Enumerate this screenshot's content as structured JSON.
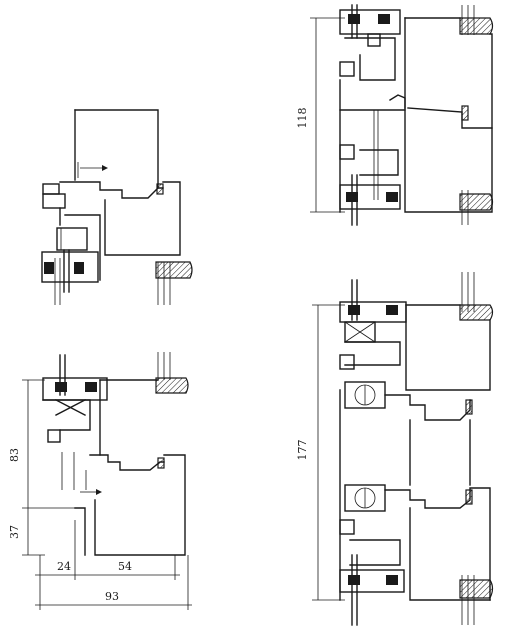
{
  "dimensions": {
    "upper_right_height": "118",
    "lower_right_height": "177",
    "lower_left_height_upper": "83",
    "lower_left_height_lower": "37",
    "lower_left_width_a": "24",
    "lower_left_width_b": "54",
    "lower_left_total_width": "93"
  },
  "colors": {
    "line": "#1a1a1a",
    "background": "#ffffff"
  }
}
